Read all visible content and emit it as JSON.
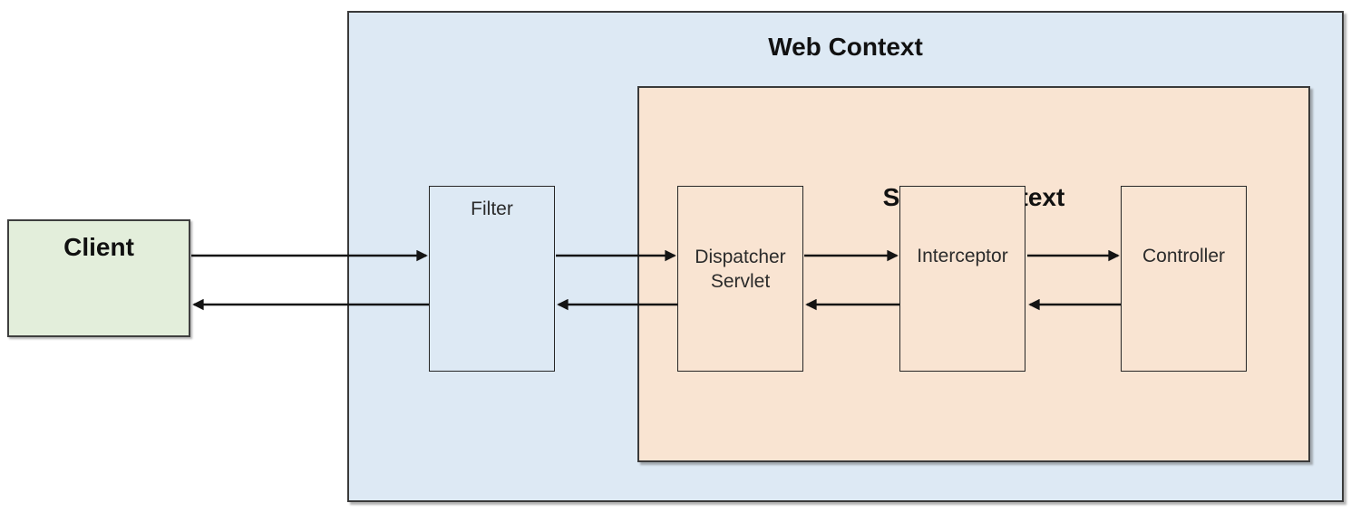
{
  "diagram": {
    "containers": {
      "web_context": {
        "label": "Web Context",
        "fill": "#dde9f4",
        "border": "#3a3a3a"
      },
      "spring_context": {
        "label": "Spring Context",
        "fill": "#f9e4d2",
        "border": "#3a3a3a"
      }
    },
    "nodes": {
      "client": {
        "label": "Client",
        "fill": "#e3eedb"
      },
      "filter": {
        "label": "Filter",
        "fill": "#dde9f4"
      },
      "dispatcher_servlet": {
        "label": "Dispatcher Servlet",
        "fill": "#f9e4d2"
      },
      "interceptor": {
        "label": "Interceptor",
        "fill": "#f9e4d2"
      },
      "controller": {
        "label": "Controller",
        "fill": "#f9e4d2"
      }
    },
    "edges": [
      {
        "from": "Client",
        "to": "Filter",
        "kind": "request"
      },
      {
        "from": "Filter",
        "to": "Client",
        "kind": "response"
      },
      {
        "from": "Filter",
        "to": "Dispatcher Servlet",
        "kind": "request"
      },
      {
        "from": "Dispatcher Servlet",
        "to": "Filter",
        "kind": "response"
      },
      {
        "from": "Dispatcher Servlet",
        "to": "Interceptor",
        "kind": "request"
      },
      {
        "from": "Interceptor",
        "to": "Dispatcher Servlet",
        "kind": "response"
      },
      {
        "from": "Interceptor",
        "to": "Controller",
        "kind": "request"
      },
      {
        "from": "Controller",
        "to": "Interceptor",
        "kind": "response"
      }
    ],
    "arrow_color": "#141414",
    "background": "#ffffff"
  }
}
